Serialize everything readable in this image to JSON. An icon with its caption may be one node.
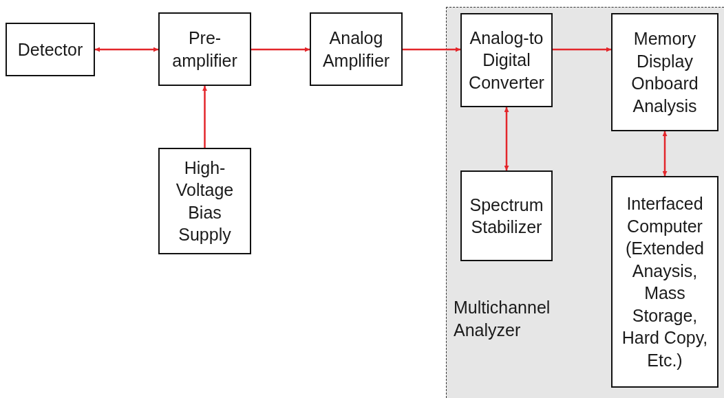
{
  "diagram": {
    "nodes": [
      {
        "text": [
          "Detector"
        ]
      },
      {
        "text": [
          "Pre- amplifier"
        ]
      },
      {
        "text": [
          "Analog Amplifier"
        ]
      },
      {
        "text": [
          "Multichannel Analyzer"
        ]
      },
      {
        "text": [
          "Analog-to Digital Converter"
        ],
        "in": 3
      },
      {
        "text": [
          "Memory Display Onboard Analysis"
        ],
        "in": 3
      },
      {
        "text": [
          "High- Voltage Bias Supply"
        ]
      },
      {
        "text": [
          "Spectrum Stabilizer"
        ],
        "in": 3
      },
      {
        "text": [
          "Interfaced Computer (Extended Anaysis, Mass Storage, Hard Copy, Etc.)"
        ],
        "in": 3
      }
    ],
    "edges": [
      {
        "from": 0,
        "to": 1,
        "arrow": "both"
      },
      {
        "from": 1,
        "to": 2,
        "arrow": "to"
      },
      {
        "from": 2,
        "to": 4,
        "arrow": "to"
      },
      {
        "from": 4,
        "to": 5,
        "arrow": "to"
      },
      {
        "from": 6,
        "to": 1,
        "arrow": "to"
      },
      {
        "from": 4,
        "to": 7,
        "arrow": "both"
      },
      {
        "from": 5,
        "to": 8,
        "arrow": "both"
      }
    ]
  }
}
